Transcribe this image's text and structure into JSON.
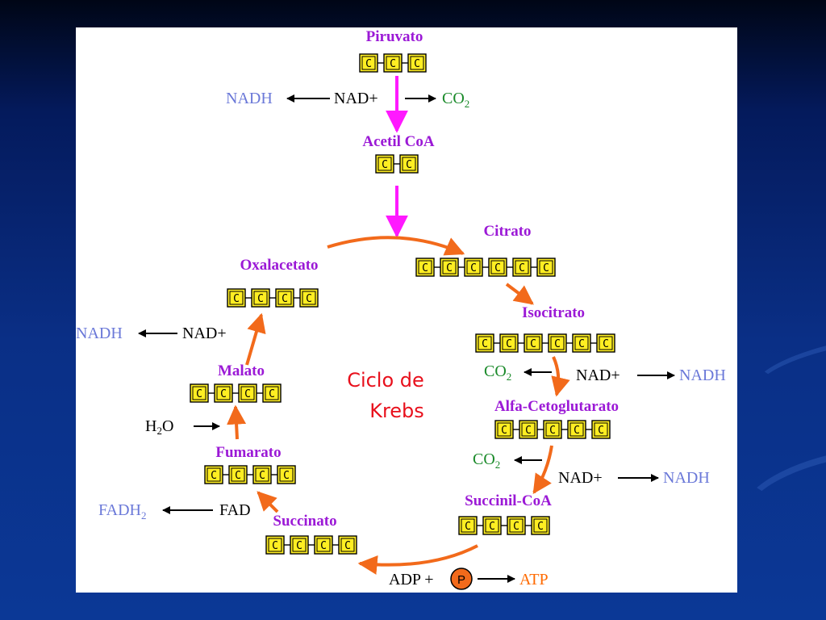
{
  "colors": {
    "label_purple": "#9b19d6",
    "arrow_magenta": "#ff19ff",
    "arrow_orange": "#f26a1b",
    "nadh_blue": "#6a78d8",
    "co2_green": "#1a8a2a",
    "atp_orange": "#ff6a00",
    "carbon_fill": "#ffee22",
    "title_red": "#e8101c"
  },
  "title": [
    "Ciclo de",
    "Krebs"
  ],
  "carbon_letter": "C",
  "molecules": {
    "piruvato": {
      "label": "Piruvato",
      "carbons": 3
    },
    "acetil_coa": {
      "label": "Acetil CoA",
      "carbons": 2
    },
    "citrato": {
      "label": "Citrato",
      "carbons": 6
    },
    "isocitrato": {
      "label": "Isocitrato",
      "carbons": 6
    },
    "alfa_cetoglutarato": {
      "label": "Alfa-Cetoglutarato",
      "carbons": 5
    },
    "succinil_coa": {
      "label": "Succinil-CoA",
      "carbons": 4
    },
    "succinato": {
      "label": "Succinato",
      "carbons": 4
    },
    "fumarato": {
      "label": "Fumarato",
      "carbons": 4
    },
    "malato": {
      "label": "Malato",
      "carbons": 4
    },
    "oxalacetato": {
      "label": "Oxalacetato",
      "carbons": 4
    }
  },
  "side_reactions": {
    "piruvato_nad": {
      "input": "NAD+",
      "output": "NADH"
    },
    "piruvato_co2": {
      "output": "CO",
      "sub": "2"
    },
    "isocitrato_co2": {
      "output": "CO",
      "sub": "2"
    },
    "isocitrato_nad": {
      "input": "NAD+",
      "output": "NADH"
    },
    "alfa_co2": {
      "output": "CO",
      "sub": "2"
    },
    "alfa_nad": {
      "input": "NAD+",
      "output": "NADH"
    },
    "succinil_atp": {
      "input": "ADP +",
      "p": "P",
      "output": "ATP"
    },
    "succinato_fad": {
      "input": "FAD",
      "output": "FADH",
      "sub": "2"
    },
    "fumarato_h2o": {
      "input": "H",
      "sub": "2",
      "input_tail": "O"
    },
    "oxalacetato_nad": {
      "input": "NAD+",
      "output": "NADH"
    }
  }
}
